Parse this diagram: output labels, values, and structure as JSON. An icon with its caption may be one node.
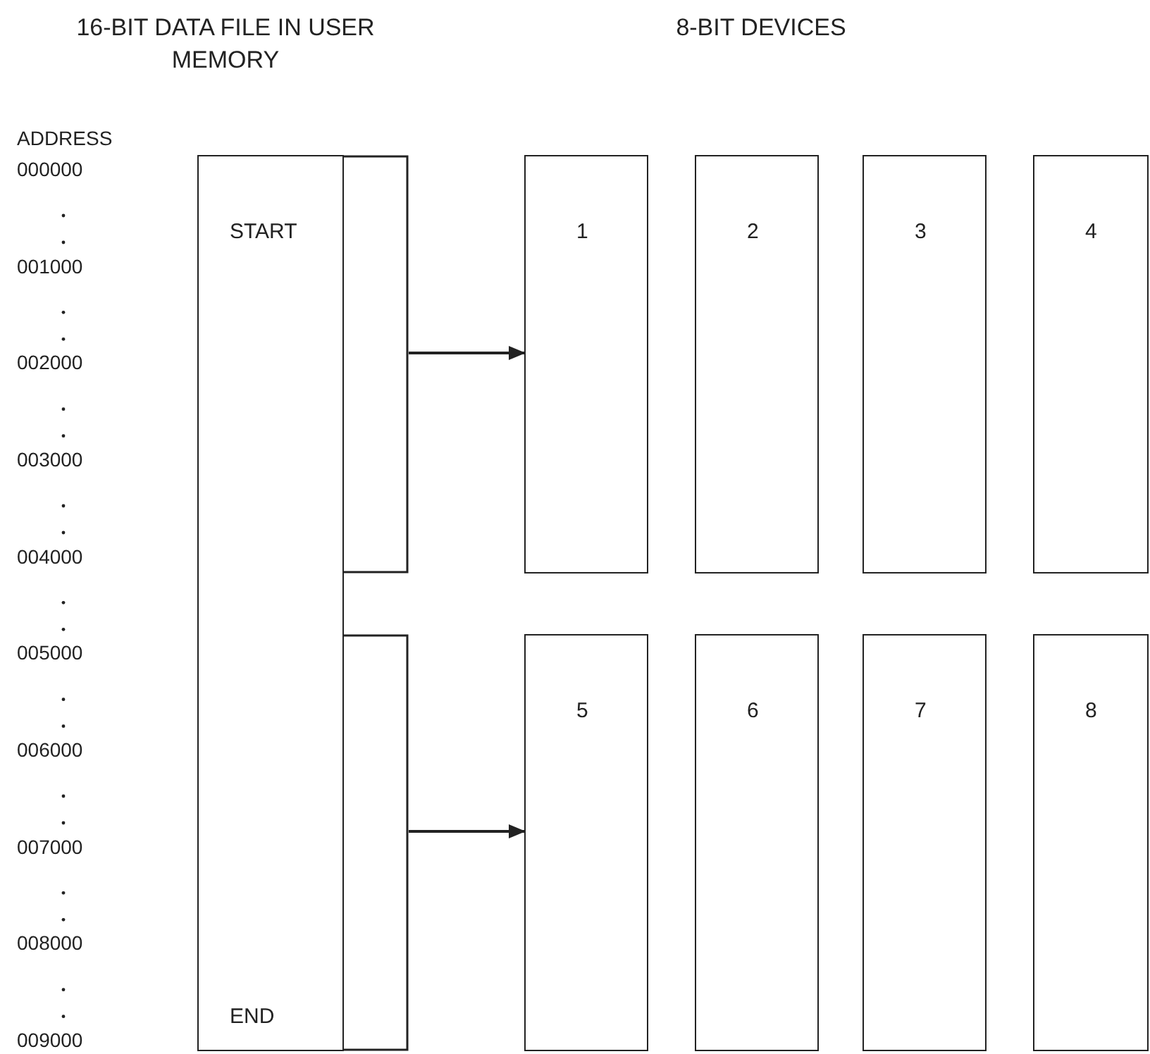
{
  "diagram": {
    "nodes": [
      {
        "text": [
          "START",
          "END"
        ]
      },
      {
        "text": [],
        "shape": "bracket"
      },
      {
        "text": [],
        "shape": "bracket"
      },
      {
        "text": [
          "1"
        ]
      },
      {
        "text": [
          "2"
        ]
      },
      {
        "text": [
          "3"
        ]
      },
      {
        "text": [
          "4"
        ]
      },
      {
        "text": [
          "5"
        ]
      },
      {
        "text": [
          "6"
        ]
      },
      {
        "text": [
          "7"
        ]
      },
      {
        "text": [
          "8"
        ]
      }
    ],
    "edges": [
      {
        "from": 1,
        "to": 3,
        "arrow": "to"
      },
      {
        "from": 2,
        "to": 7,
        "arrow": "to"
      }
    ],
    "labels": [
      "16-BIT DATA FILE IN USER MEMORY",
      "8-BIT DEVICES",
      "ADDRESS",
      "000000",
      "001000",
      "002000",
      "003000",
      "004000",
      "005000",
      "006000",
      "007000",
      "008000",
      "009000"
    ]
  }
}
